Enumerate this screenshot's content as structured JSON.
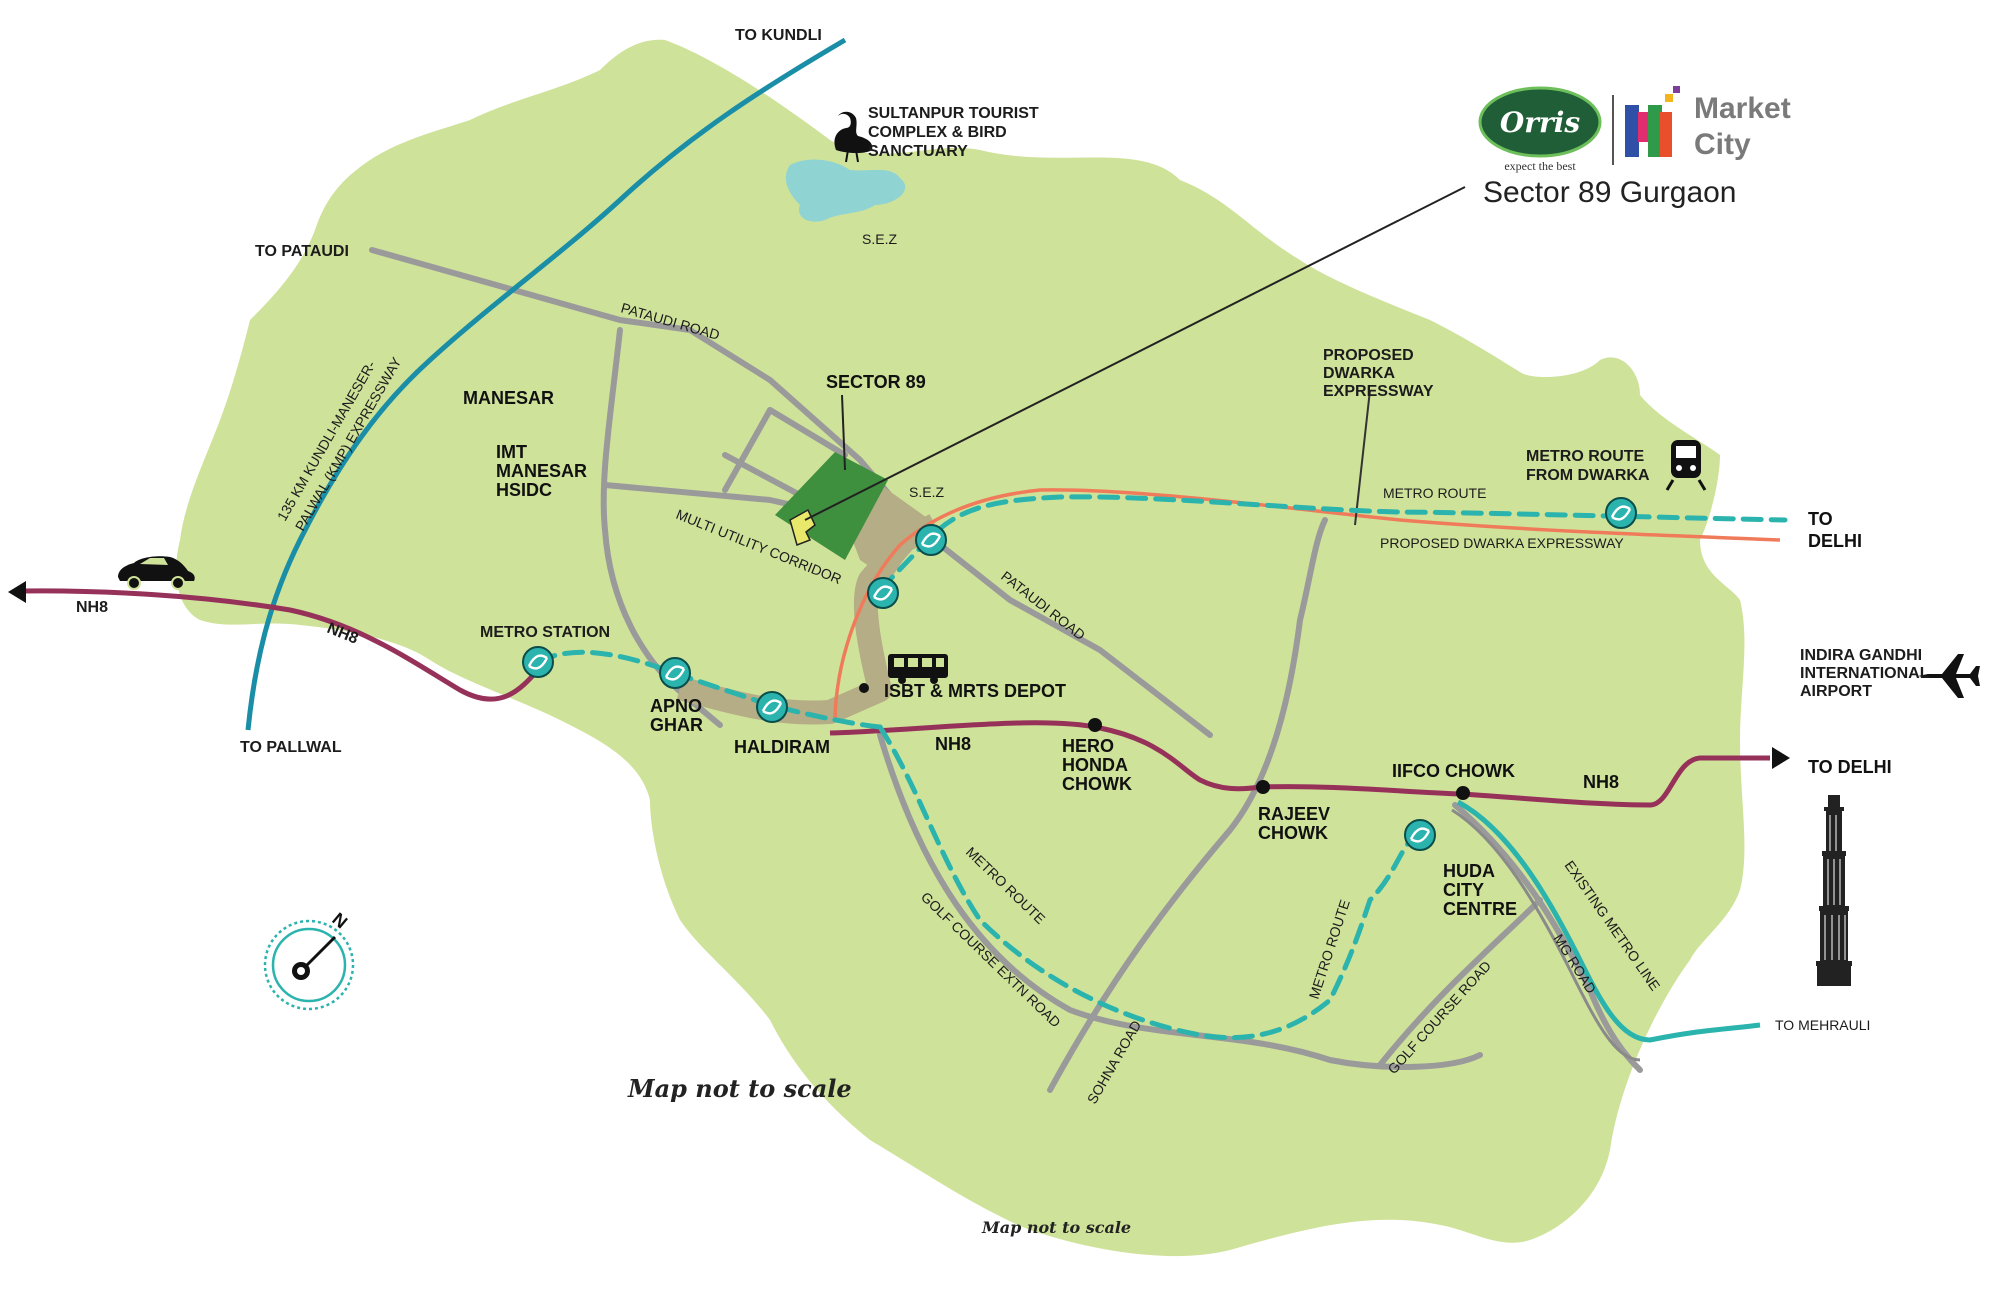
{
  "brand": {
    "orris_name": "Orris",
    "orris_tagline": "expect the best",
    "market_line1": "Market",
    "market_line2": "City",
    "subtitle": "Sector 89 Gurgaon"
  },
  "places": {
    "to_kundli": "TO KUNDLI",
    "sultanpur_1": "SULTANPUR TOURIST",
    "sultanpur_2": "COMPLEX & BIRD",
    "sultanpur_3": "SANCTUARY",
    "sez_top": "S.E.Z",
    "to_pataudi": "TO PATAUDI",
    "manesar": "MANESAR",
    "imt_1": "IMT",
    "imt_2": "MANESAR",
    "imt_3": "HSIDC",
    "sector89": "SECTOR 89",
    "sez_mid": "S.E.Z",
    "metro_station": "METRO STATION",
    "apno_1": "APNO",
    "apno_2": "GHAR",
    "haldiram": "HALDIRAM",
    "to_pallwal": "TO PALLWAL",
    "isbt": "ISBT & MRTS DEPOT",
    "hero_1": "HERO",
    "hero_2": "HONDA",
    "hero_3": "CHOWK",
    "rajeev_1": "RAJEEV",
    "rajeev_2": "CHOWK",
    "iifco": "IIFCO CHOWK",
    "huda_1": "HUDA",
    "huda_2": "CITY",
    "huda_3": "CENTRE",
    "proposed_1": "PROPOSED",
    "proposed_2": "DWARKA",
    "proposed_3": "EXPRESSWAY",
    "metro_dwarka_1": "METRO ROUTE",
    "metro_dwarka_2": "FROM DWARKA",
    "to_delhi_top_1": "TO",
    "to_delhi_top_2": "DELHI",
    "airport_1": "INDIRA GANDHI",
    "airport_2": "INTERNATIONAL",
    "airport_3": "AIRPORT",
    "to_delhi_right": "TO DELHI",
    "to_mehrauli": "TO MEHRAULI"
  },
  "roads": {
    "kmp_1": "135 KM KUNDLI-MANESER-",
    "kmp_2": "PALWAL (KMP) EXPRESSWAY",
    "pataudi_road_top": "PATAUDI ROAD",
    "pataudi_road_mid": "PATAUDI ROAD",
    "multi_utility": "MULTI UTILITY CORRIDOR",
    "nh8_left": "NH8",
    "nh8_left2": "NH8",
    "nh8_center": "NH8",
    "nh8_right": "NH8",
    "metro_route_top": "METRO ROUTE",
    "proposed_dwarka_road": "PROPOSED DWARKA EXPRESSWAY",
    "metro_route_diag": "METRO ROUTE",
    "golf_ext": "GOLF COURSE EXTN ROAD",
    "sohna": "SOHNA ROAD",
    "metro_route_huda": "METRO ROUTE",
    "golf_course": "GOLF COURSE ROAD",
    "mg_road": "MG ROAD",
    "existing_metro": "EXISTING METRO LINE"
  },
  "compass": {
    "north": "N"
  },
  "notes": {
    "not_to_scale_main": "Map not to scale",
    "not_to_scale_bottom": "Map not to scale"
  },
  "colors": {
    "land": "#cfe29a",
    "road": "#9a9a9a",
    "nh8": "#96325a",
    "kmp": "#1a8ea6",
    "metro": "#2bb3ad",
    "dwarka": "#f07b5a",
    "sector_dark": "#3e8f3e",
    "corridor": "#b4ad86"
  }
}
